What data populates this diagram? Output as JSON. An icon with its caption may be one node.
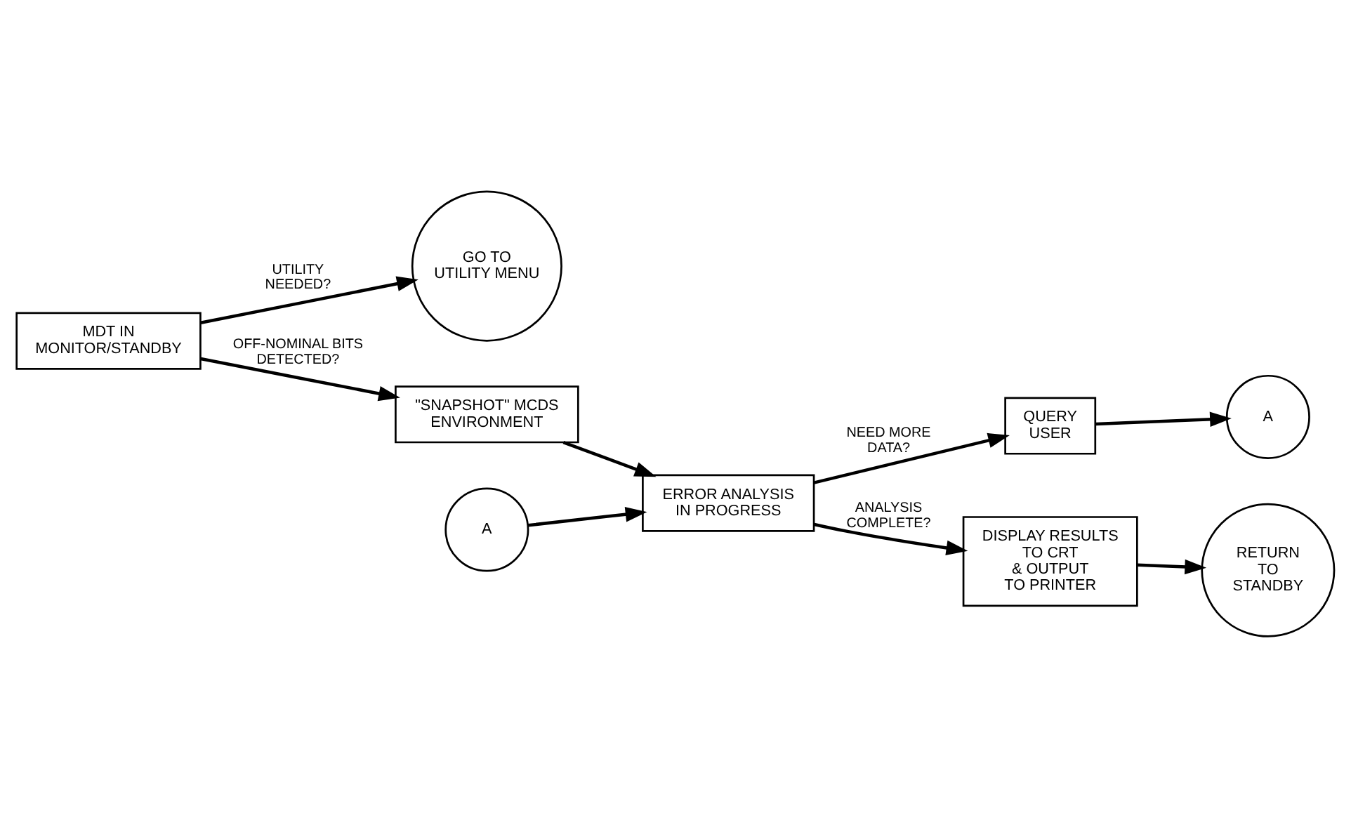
{
  "diagram": {
    "nodes": [
      {
        "text": [
          "MDT IN MONITOR/STANDBY"
        ]
      },
      {
        "text": [
          "GO TO UTILITY MENU"
        ]
      },
      {
        "text": [
          "\"SNAPSHOT\" MCDS ENVIRONMENT"
        ]
      },
      {
        "text": [
          "A"
        ]
      },
      {
        "text": [
          "ERROR ANALYSIS IN PROGRESS"
        ]
      },
      {
        "text": [
          "QUERY USER"
        ]
      },
      {
        "text": [
          "A"
        ]
      },
      {
        "text": [
          "DISPLAY RESULTS TO CRT & OUTPUT TO PRINTER"
        ]
      },
      {
        "text": [
          "RETURN TO STANDBY"
        ]
      }
    ],
    "edges": [
      {
        "from": 0,
        "to": 1,
        "arrow": "to",
        "label": "UTILITY NEEDED?"
      },
      {
        "from": 0,
        "to": 2,
        "arrow": "to",
        "label": "OFF-NOMINAL BITS DETECTED?"
      },
      {
        "from": 2,
        "to": 4,
        "arrow": "to"
      },
      {
        "from": 3,
        "to": 4,
        "arrow": "to"
      },
      {
        "from": 4,
        "to": 5,
        "arrow": "to",
        "label": "NEED MORE DATA?"
      },
      {
        "from": 4,
        "to": 7,
        "arrow": "to",
        "label": "ANALYSIS COMPLETE?"
      },
      {
        "from": 5,
        "to": 6,
        "arrow": "to"
      },
      {
        "from": 7,
        "to": 8,
        "arrow": "to"
      }
    ]
  }
}
